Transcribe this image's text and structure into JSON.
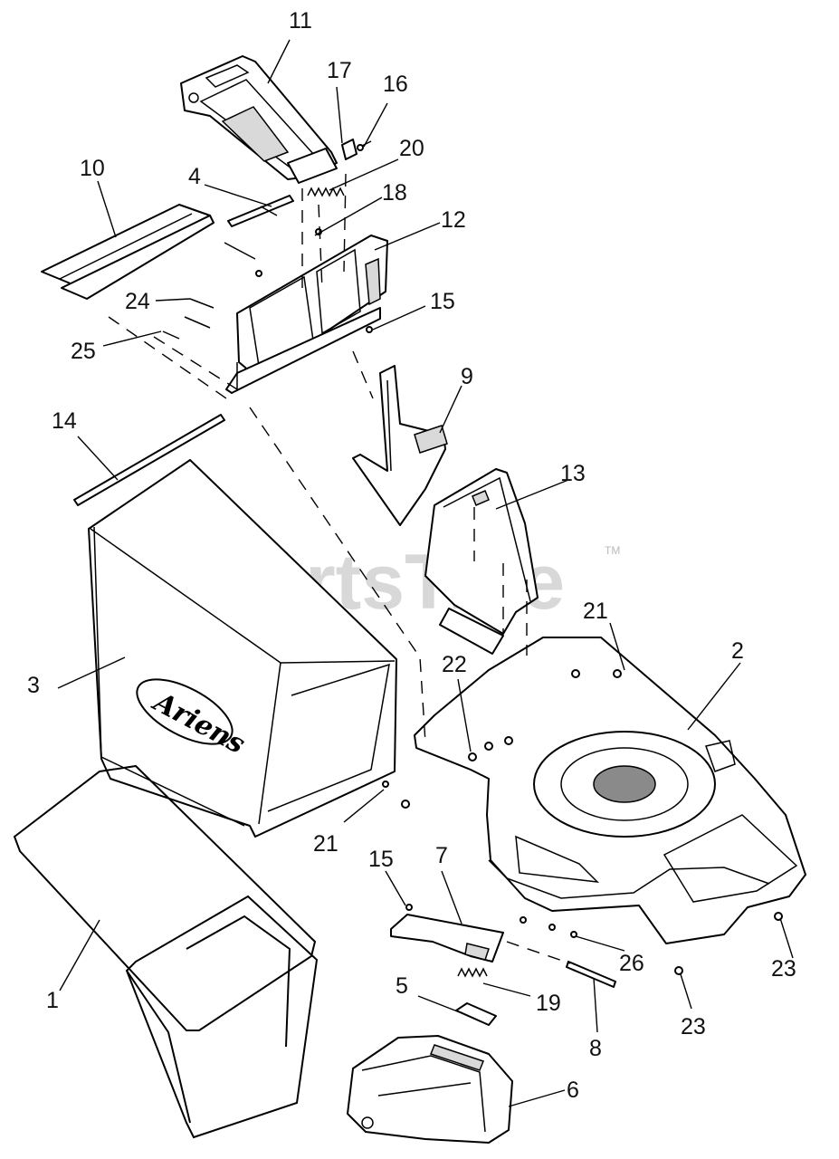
{
  "diagram": {
    "watermark": "PartsTree",
    "watermark_tm": "TM",
    "bag_logo": "Ariens",
    "callouts": [
      {
        "id": "c11",
        "text": "11"
      },
      {
        "id": "c17",
        "text": "17"
      },
      {
        "id": "c16",
        "text": "16"
      },
      {
        "id": "c20",
        "text": "20"
      },
      {
        "id": "c10",
        "text": "10"
      },
      {
        "id": "c4",
        "text": "4"
      },
      {
        "id": "c18",
        "text": "18"
      },
      {
        "id": "c12",
        "text": "12"
      },
      {
        "id": "c24",
        "text": "24"
      },
      {
        "id": "c15a",
        "text": "15"
      },
      {
        "id": "c25",
        "text": "25"
      },
      {
        "id": "c9",
        "text": "9"
      },
      {
        "id": "c14",
        "text": "14"
      },
      {
        "id": "c13",
        "text": "13"
      },
      {
        "id": "c21a",
        "text": "21"
      },
      {
        "id": "c2",
        "text": "2"
      },
      {
        "id": "c22",
        "text": "22"
      },
      {
        "id": "c3",
        "text": "3"
      },
      {
        "id": "c21b",
        "text": "21"
      },
      {
        "id": "c15b",
        "text": "15"
      },
      {
        "id": "c7",
        "text": "7"
      },
      {
        "id": "c26",
        "text": "26"
      },
      {
        "id": "c23a",
        "text": "23"
      },
      {
        "id": "c1",
        "text": "1"
      },
      {
        "id": "c5",
        "text": "5"
      },
      {
        "id": "c19",
        "text": "19"
      },
      {
        "id": "c23b",
        "text": "23"
      },
      {
        "id": "c8",
        "text": "8"
      },
      {
        "id": "c6",
        "text": "6"
      }
    ]
  }
}
